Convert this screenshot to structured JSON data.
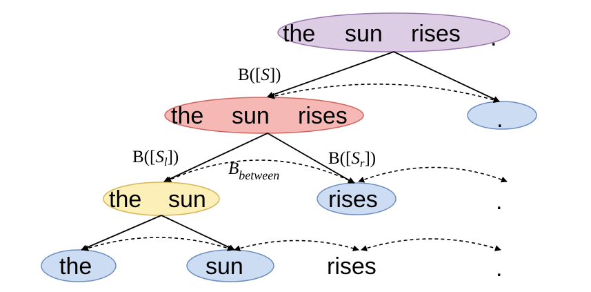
{
  "colors": {
    "root_fill": "#DCCDE4",
    "root_stroke": "#9A74AE",
    "sentence_fill": "#F5B8B5",
    "sentence_stroke": "#D0655F",
    "phrase_fill": "#FCEFB8",
    "phrase_stroke": "#D6B656",
    "leaf_fill": "#CCDDF3",
    "leaf_stroke": "#6C8EBF"
  },
  "nodes": {
    "root": {
      "words": [
        "the",
        "sun",
        "rises"
      ],
      "punct": "."
    },
    "sentence": {
      "words": [
        "the",
        "sun",
        "rises"
      ]
    },
    "period_node": {
      "punct": "."
    },
    "phrase": {
      "words": [
        "the",
        "sun"
      ]
    },
    "rises_node": {
      "word": "rises"
    },
    "period_2": {
      "punct": "."
    },
    "the_leaf": {
      "word": "the"
    },
    "sun_leaf": {
      "word": "sun"
    },
    "rises_plain": {
      "word": "rises"
    },
    "period_3": {
      "punct": "."
    }
  },
  "labels": {
    "b_s": {
      "pre": "B([",
      "var": "S",
      "post": "])"
    },
    "b_sl": {
      "pre": "B([",
      "var": "S",
      "sub": "l",
      "post": "])"
    },
    "b_sr": {
      "pre": "B([",
      "var": "S",
      "sub": "r",
      "post": "])"
    },
    "b_between": {
      "main": "B",
      "sub": "between"
    }
  }
}
